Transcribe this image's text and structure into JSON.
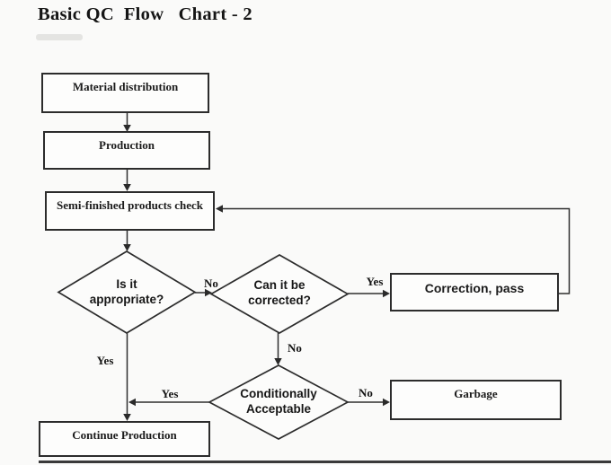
{
  "title": "Basic QC  Flow   Chart - 2",
  "colors": {
    "line": "#2e2e2e",
    "text": "#1b1b1b",
    "background": "#fafaf9"
  },
  "nodes": {
    "material": {
      "label": "Material distribution",
      "shape": "rect"
    },
    "production": {
      "label": "Production",
      "shape": "rect"
    },
    "semi_check": {
      "label": "Semi-finished products check",
      "shape": "rect"
    },
    "is_appropriate": {
      "label": "Is it appropriate?",
      "shape": "diamond"
    },
    "can_be_corrected": {
      "label": "Can it be corrected?",
      "shape": "diamond"
    },
    "correction_pass": {
      "label": "Correction, pass",
      "shape": "rect"
    },
    "conditionally_acceptable": {
      "label": "Conditionally Acceptable",
      "shape": "diamond"
    },
    "garbage": {
      "label": "Garbage",
      "shape": "rect"
    },
    "continue_production": {
      "label": "Continue Production",
      "shape": "rect"
    }
  },
  "edges": [
    {
      "from": "material",
      "to": "production",
      "label": ""
    },
    {
      "from": "production",
      "to": "semi_check",
      "label": ""
    },
    {
      "from": "semi_check",
      "to": "is_appropriate",
      "label": ""
    },
    {
      "from": "is_appropriate",
      "to": "can_be_corrected",
      "label": "No"
    },
    {
      "from": "can_be_corrected",
      "to": "correction_pass",
      "label": "Yes"
    },
    {
      "from": "correction_pass",
      "to": "semi_check",
      "label": ""
    },
    {
      "from": "can_be_corrected",
      "to": "conditionally_acceptable",
      "label": "No"
    },
    {
      "from": "conditionally_acceptable",
      "to": "garbage",
      "label": "No"
    },
    {
      "from": "is_appropriate",
      "to": "continue_production",
      "label": "Yes"
    },
    {
      "from": "conditionally_acceptable",
      "to": "continue_production",
      "label": "Yes"
    }
  ]
}
